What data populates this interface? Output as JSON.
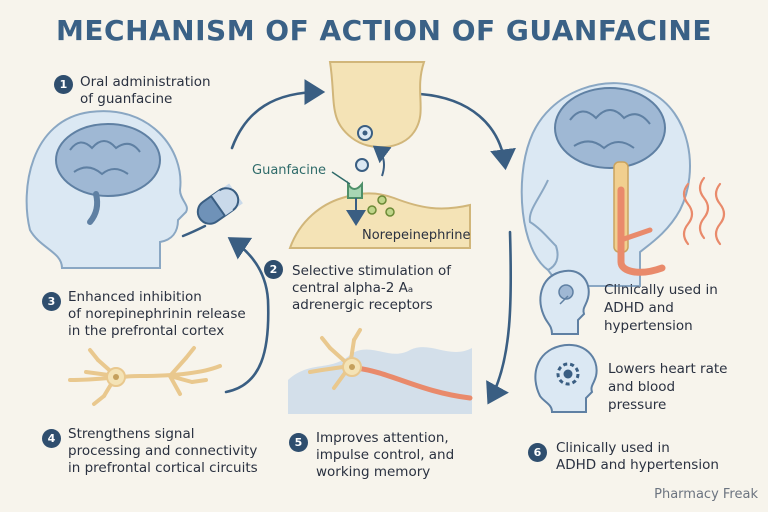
{
  "title": "MECHANISM OF ACTION OF GUANFACINE",
  "steps": [
    {
      "number": "1",
      "lines": [
        "Oral administration",
        "of guanfacine"
      ]
    },
    {
      "number": "2",
      "lines": [
        "Selective stimulation of",
        "central alpha-2 Aₐ",
        "adrenergic receptors"
      ]
    },
    {
      "number": "3",
      "lines": [
        "Enhanced inhibition",
        "of norepinephrinin release",
        "in the prefrontal cortex"
      ]
    },
    {
      "number": "4",
      "lines": [
        "Strengthens signal",
        "processing and connectivity",
        "in prefrontal cortical circuits"
      ]
    },
    {
      "number": "5",
      "lines": [
        "Improves attention,",
        "impulse control, and",
        "working memory"
      ]
    },
    {
      "number": "6",
      "lines": [
        "Clinically used in",
        "ADHD and hypertension"
      ]
    }
  ],
  "labels": {
    "guanfacine": "Guanfacine",
    "norepinephrine": "Norepeinephrine"
  },
  "side_effects": [
    {
      "icon": "head-profile-icon",
      "lines": [
        "Clinically used in",
        "ADHD and",
        "hypertension"
      ]
    },
    {
      "icon": "head-gear-icon",
      "lines": [
        "Lowers heart rate",
        "and blood",
        "pressure"
      ]
    }
  ],
  "watermark": "Pharmacy Freak",
  "colors": {
    "title": "#3a6186",
    "badge": "#2f4e6e",
    "brain": "#9fb8d4",
    "head": "#dbe8f3",
    "synapse": "#f4e3b6",
    "nerve": "#e98a6b",
    "arrow": "#3a5e82"
  }
}
